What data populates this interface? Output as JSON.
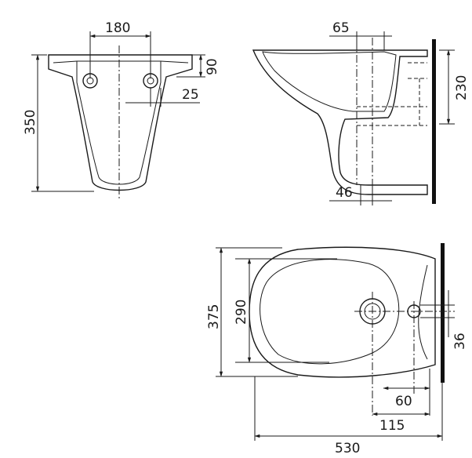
{
  "front_view": {
    "dim_width": "180",
    "dim_top": "90",
    "dim_side": "25",
    "dim_height": "350"
  },
  "side_view": {
    "dim_top": "65",
    "dim_right": "230",
    "dim_bottom": "46"
  },
  "top_view": {
    "dim_outer": "375",
    "dim_inner": "290",
    "dim_right": "36",
    "dim_60": "60",
    "dim_115": "115",
    "dim_530": "530"
  }
}
